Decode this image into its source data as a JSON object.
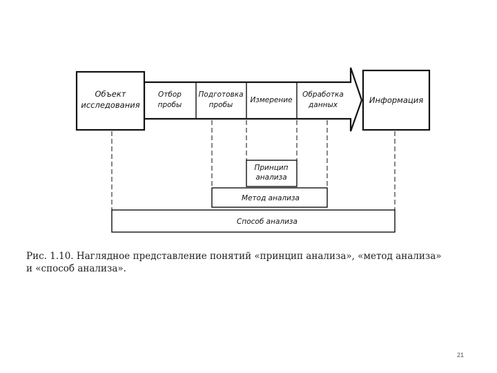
{
  "diagram": {
    "object_box": [
      "Объект",
      "исследования"
    ],
    "steps": [
      [
        "Отбор",
        "пробы"
      ],
      [
        "Подготовка",
        "пробы"
      ],
      [
        "Измерение"
      ],
      [
        "Обработка",
        "данных"
      ]
    ],
    "info_box": "Информация",
    "principle_box": [
      "Принцип",
      "анализа"
    ],
    "method_box": "Метод анализа",
    "way_box": "Способ анализа"
  },
  "caption": {
    "line1": "Рис. 1.10. Наглядное представление понятий «принцип анализа», «метод анализа»",
    "line2": "и «способ анализа»."
  },
  "page_number": "21"
}
